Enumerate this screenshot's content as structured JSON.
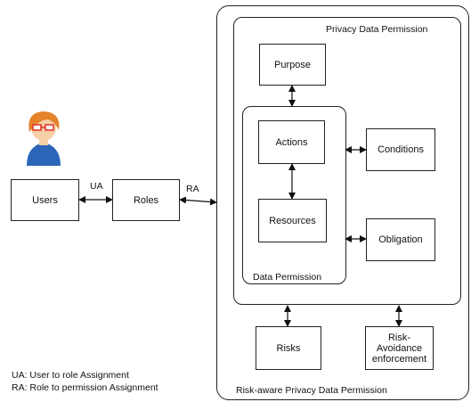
{
  "labels": {
    "outer_container": "Risk-aware Privacy Data Permission",
    "inner_container": "Privacy Data Permission",
    "data_container": "Data Permission",
    "ua_edge": "UA",
    "ra_edge": "RA"
  },
  "nodes": {
    "users": "Users",
    "roles": "Roles",
    "purpose": "Purpose",
    "actions": "Actions",
    "resources": "Resources",
    "conditions": "Conditions",
    "obligation": "Obligation",
    "risks": "Risks",
    "risk_avoidance": "Risk-\nAvoidance\nenforcement"
  },
  "legend": {
    "ua": "UA: User to role Assignment",
    "ra": "RA: Role to permission Assignment"
  },
  "colors": {
    "avatar_hair": "#e5822a",
    "avatar_shirt": "#2b66b8",
    "avatar_glasses": "#e23a2a",
    "avatar_skin": "#f7d0a8"
  }
}
